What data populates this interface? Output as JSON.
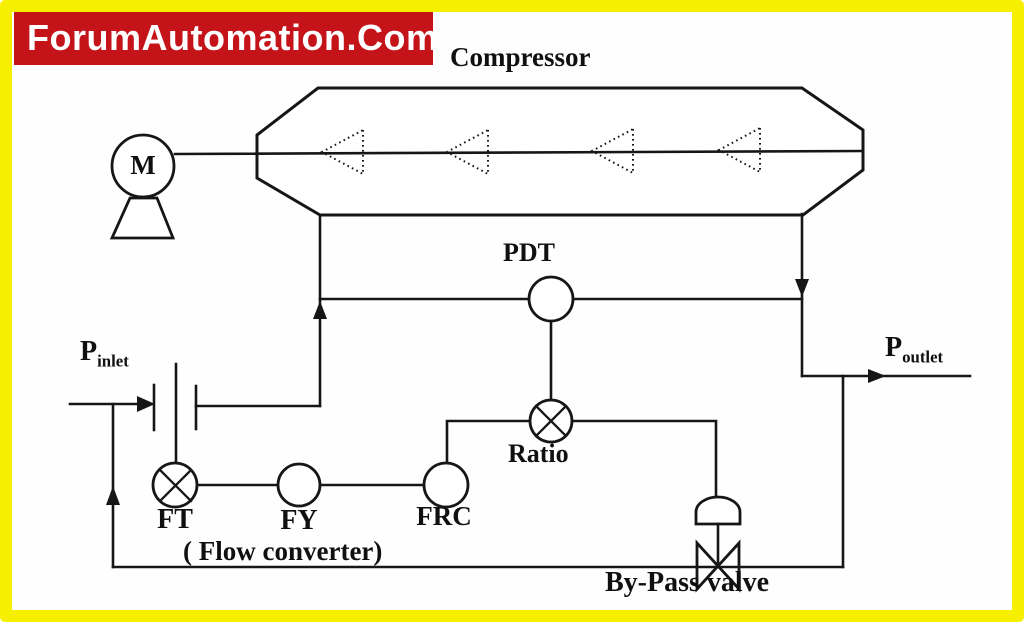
{
  "colors": {
    "background": "#fefefe",
    "frame_border": "#f6f000",
    "banner_bg": "#c5131a",
    "banner_text": "#ffffff",
    "line": "#161616"
  },
  "banner": {
    "text": "ForumAutomation.Com"
  },
  "labels": {
    "compressor": "Compressor",
    "motor": "M",
    "pdt": "PDT",
    "ratio": "Ratio",
    "ft": "FT",
    "fy": "FY",
    "frc": "FRC",
    "flow_converter": "( Flow converter)",
    "bypass_valve": "By-Pass valve",
    "p_inlet_main": "P",
    "p_inlet_sub": "inlet",
    "p_outlet_main": "P",
    "p_outlet_sub": "outlet"
  }
}
